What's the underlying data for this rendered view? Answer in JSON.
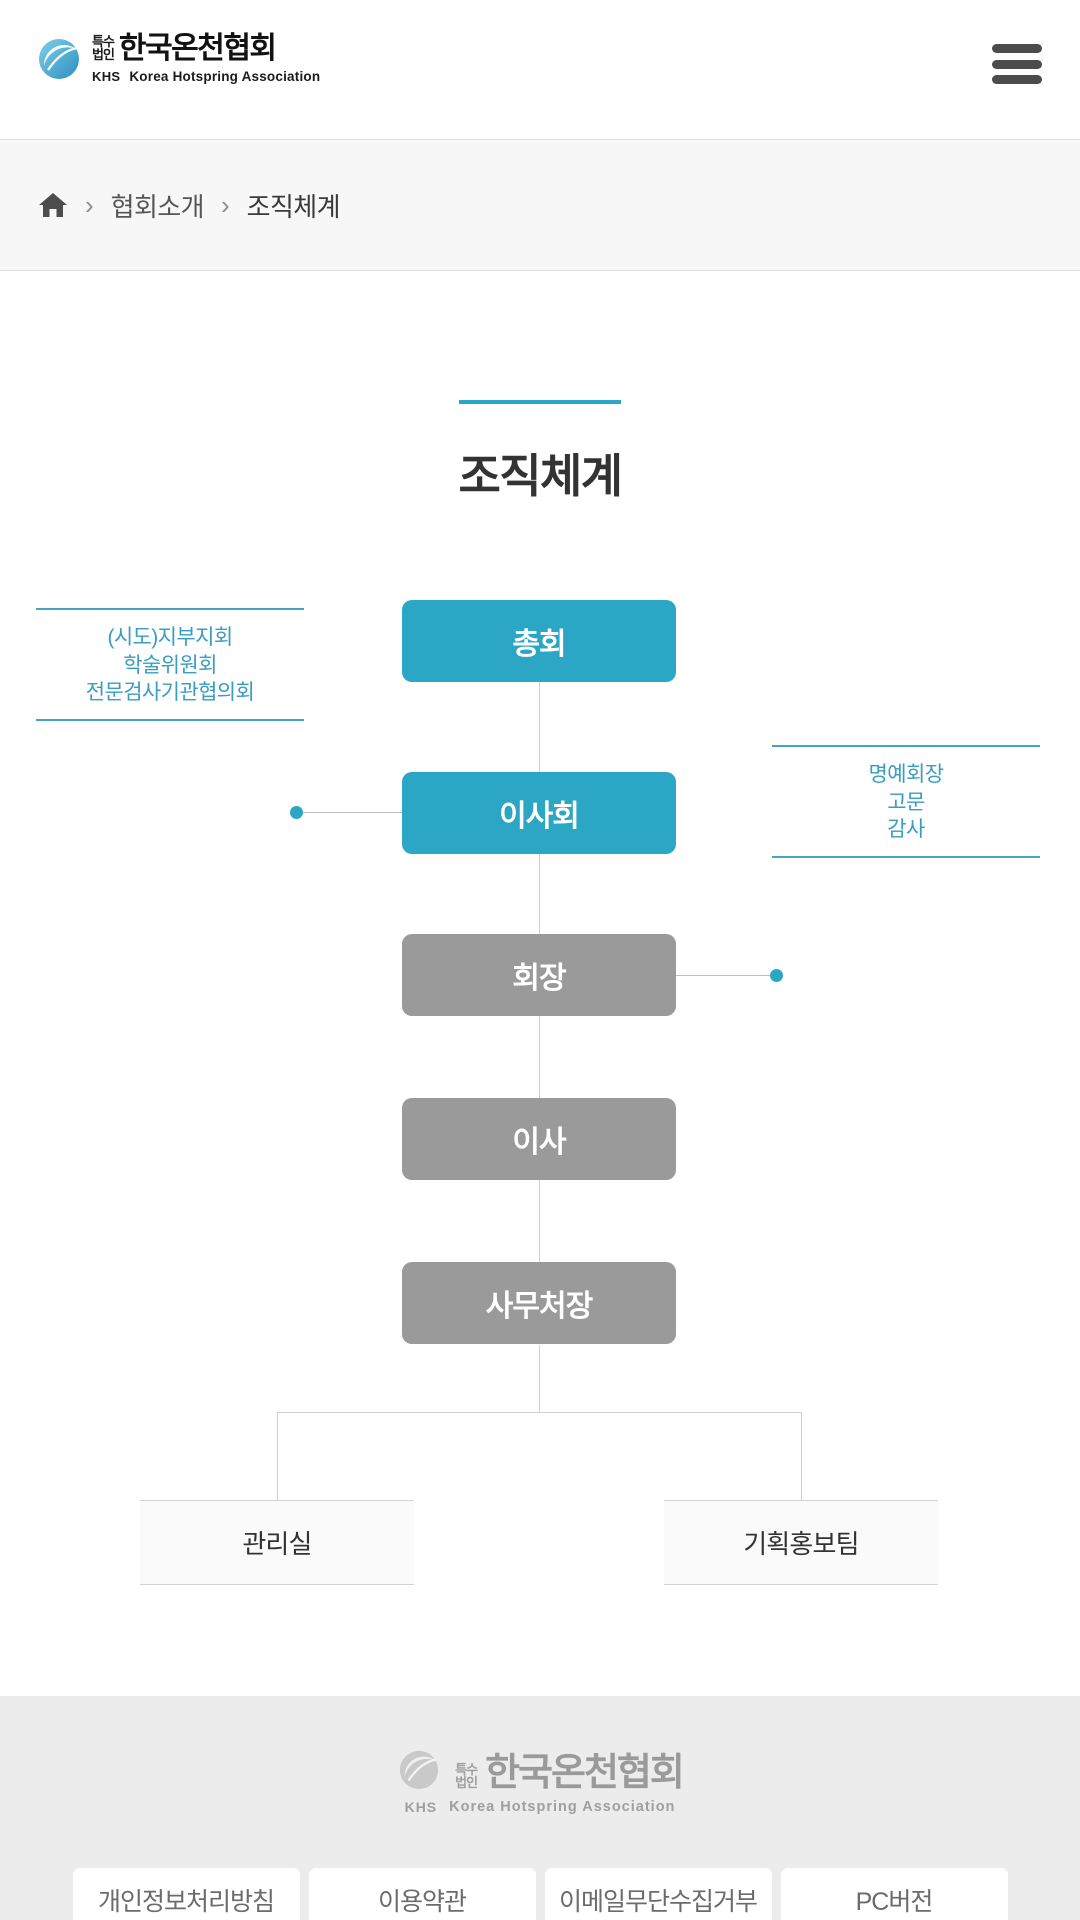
{
  "header": {
    "logo": {
      "badge_line1": "특수",
      "badge_line2": "법인",
      "name_ko": "한국온천협회",
      "abbr": "KHS",
      "name_en": "Korea Hotspring Association"
    },
    "menu_icon": "hamburger-menu-icon"
  },
  "breadcrumb": {
    "home_icon": "home-icon",
    "separator": "›",
    "items": [
      {
        "label": "협회소개"
      },
      {
        "label": "조직체계"
      }
    ]
  },
  "main": {
    "title": "조직체계",
    "accent_color": "#2ba6c4"
  },
  "chart_data": {
    "type": "diagram",
    "title": "조직체계",
    "nodes": [
      {
        "id": "n1",
        "label": "총회",
        "style": "teal"
      },
      {
        "id": "n2",
        "label": "이사회",
        "style": "teal"
      },
      {
        "id": "n3",
        "label": "회장",
        "style": "gray"
      },
      {
        "id": "n4",
        "label": "이사",
        "style": "gray"
      },
      {
        "id": "n5",
        "label": "사무처장",
        "style": "gray"
      },
      {
        "id": "n6",
        "label": "관리실",
        "style": "leaf"
      },
      {
        "id": "n7",
        "label": "기획홍보팀",
        "style": "leaf"
      }
    ],
    "annotations": [
      {
        "id": "a1",
        "side": "left",
        "attached_to": "n2",
        "lines": [
          "(시도)지부지회",
          "학술위원회",
          "전문검사기관협의회"
        ]
      },
      {
        "id": "a2",
        "side": "right",
        "attached_to": "n3",
        "lines": [
          "명예회장",
          "고문",
          "감사"
        ]
      }
    ],
    "edges": [
      [
        "n1",
        "n2"
      ],
      [
        "n2",
        "n3"
      ],
      [
        "n3",
        "n4"
      ],
      [
        "n4",
        "n5"
      ],
      [
        "n5",
        "n6"
      ],
      [
        "n5",
        "n7"
      ],
      [
        "n2",
        "a1"
      ],
      [
        "n3",
        "a2"
      ]
    ]
  },
  "footer": {
    "logo": {
      "badge_line1": "특수",
      "badge_line2": "법인",
      "name_ko": "한국온천협회",
      "abbr": "KHS",
      "name_en": "Korea Hotspring Association"
    },
    "links": [
      {
        "label": "개인정보처리방침"
      },
      {
        "label": "이용약관"
      },
      {
        "label": "이메일무단수집거부"
      },
      {
        "label": "PC버전"
      }
    ]
  }
}
